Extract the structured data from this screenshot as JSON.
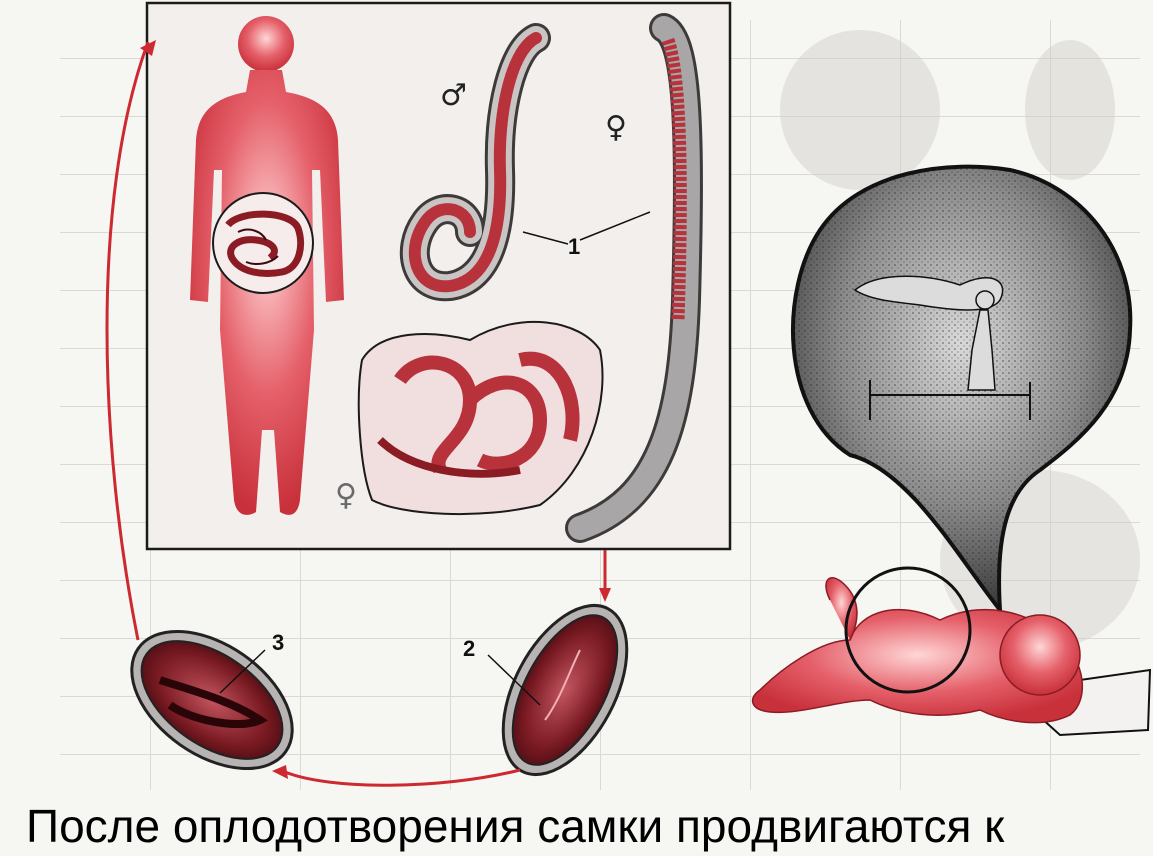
{
  "labels": {
    "adult_worms": "1",
    "egg_fresh": "2",
    "egg_with_larva": "3",
    "male_symbol": "♂",
    "female_symbol": "♀",
    "female_symbol_background": "♀"
  },
  "caption": "После оплодотворения самки продвигаются к",
  "colors": {
    "body_red": "#d8404a",
    "dark_red": "#8b1c24",
    "arrow_red": "#cc2a30",
    "frame": "#222222",
    "background": "#f6f6f2"
  },
  "icons": [
    "human-body-icon",
    "intestine-icon",
    "male-worm-icon",
    "female-worm-icon",
    "egg-icon",
    "sleeping-child-icon",
    "night-scene-icon"
  ]
}
